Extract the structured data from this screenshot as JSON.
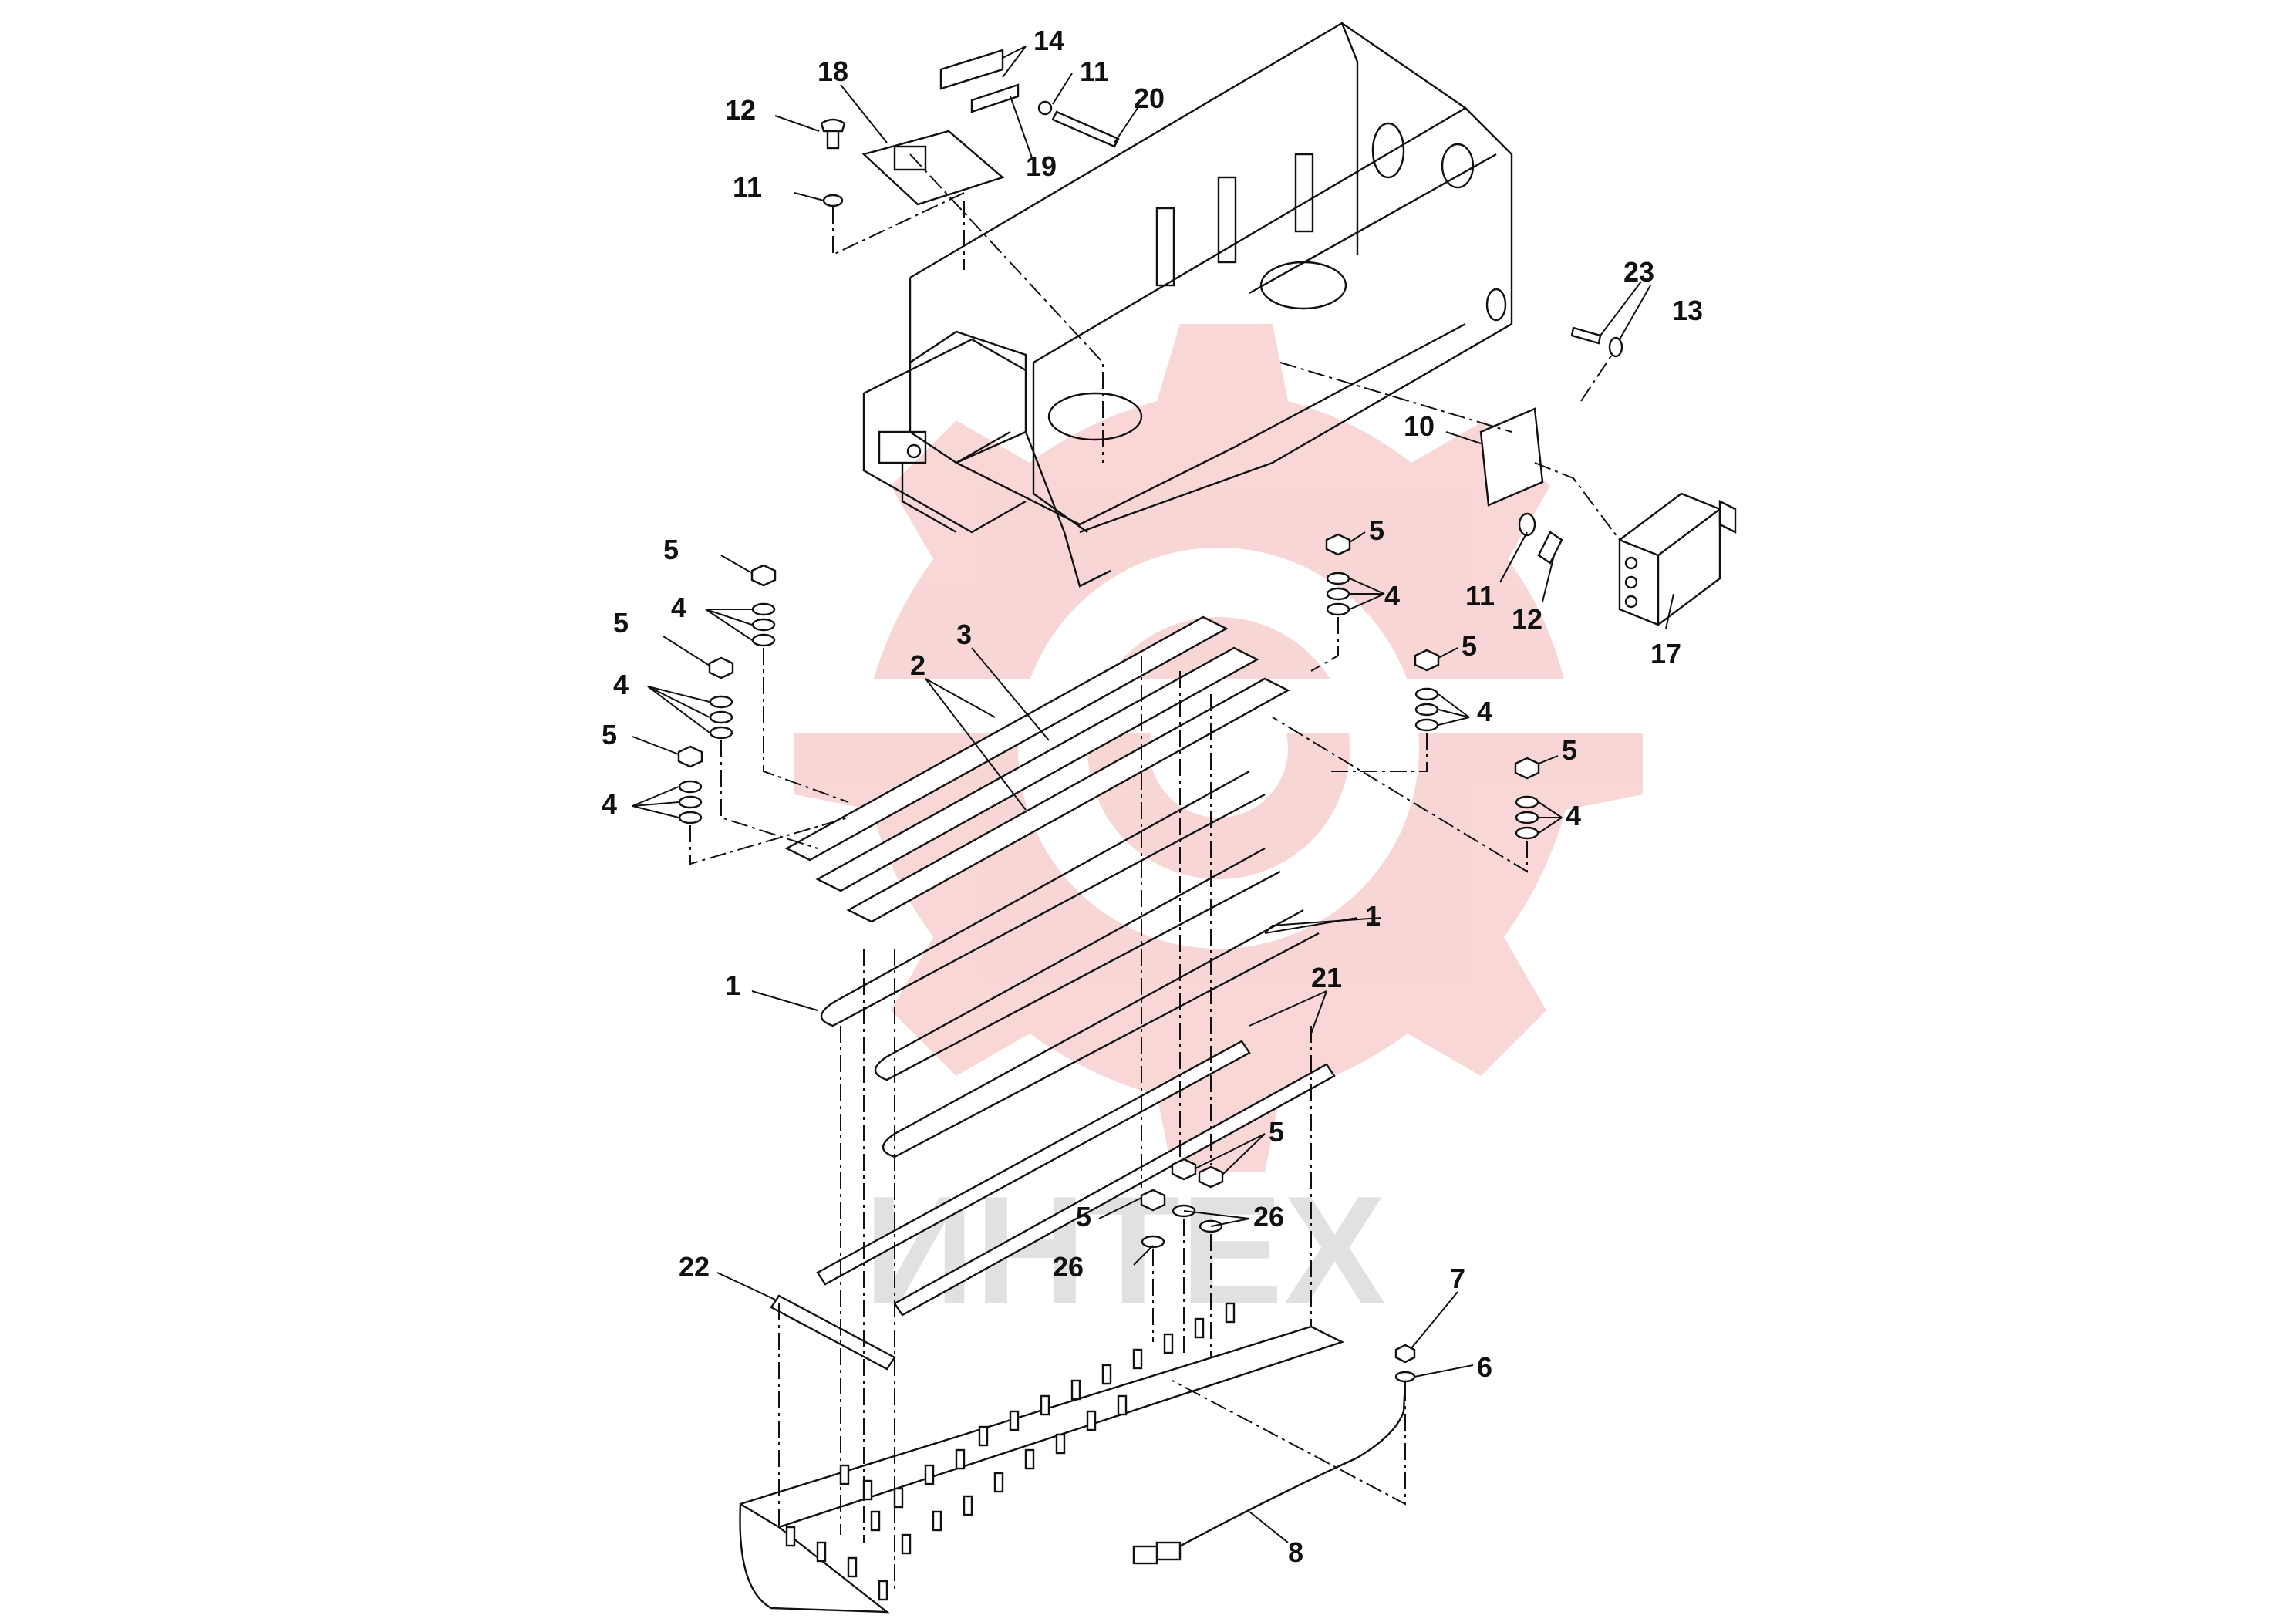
{
  "watermark": {
    "text": "ИНТЕХ",
    "gear_color": "#f4b6b6"
  },
  "callouts": {
    "c14": "14",
    "c18": "18",
    "c11a": "11",
    "c12a": "12",
    "c20": "20",
    "c11b": "11",
    "c19": "19",
    "c23": "23",
    "c13": "13",
    "c10": "10",
    "c11c": "11",
    "c12b": "12",
    "c17": "17",
    "c5a": "5",
    "c4a": "4",
    "c5b": "5",
    "c4b": "4",
    "c5c": "5",
    "c4c": "4",
    "c5d": "5",
    "c4d": "4",
    "c5e": "5",
    "c4e": "4",
    "c5f": "5",
    "c4f": "4",
    "c3": "3",
    "c2": "2",
    "c1a": "1",
    "c1b": "1",
    "c21": "21",
    "c5g": "5",
    "c5h": "5",
    "c26a": "26",
    "c26b": "26",
    "c22": "22",
    "c7": "7",
    "c6": "6",
    "c8": "8"
  }
}
